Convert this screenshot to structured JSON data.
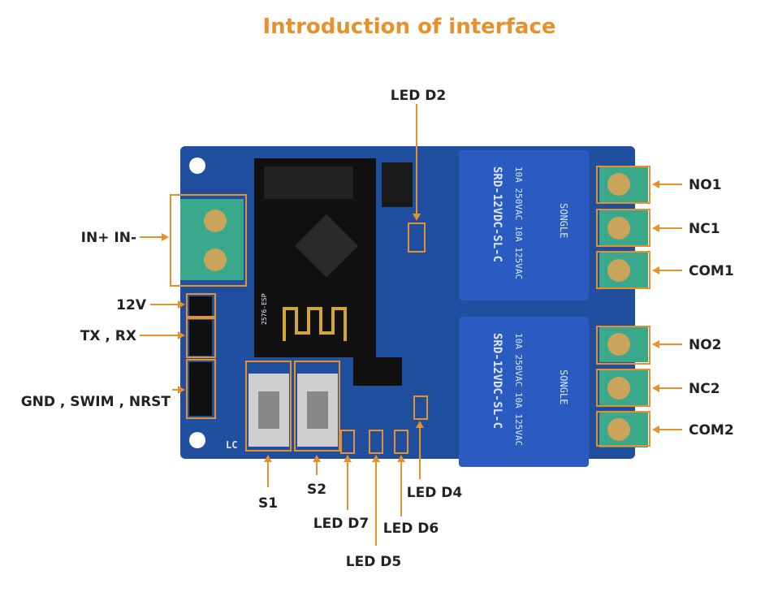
{
  "title": "Introduction of interface",
  "colors": {
    "accent": "#e8902a",
    "pcb": "#1f4f9e",
    "relay": "#2a5bc0",
    "terminal": "#3aa88a"
  },
  "labels": {
    "led_d2": "LED D2",
    "in_power": "IN+  IN-",
    "v12": "12V",
    "txrx": "TX , RX",
    "gnd_swim_nrst": "GND , SWIM , NRST",
    "no1": "NO1",
    "nc1": "NC1",
    "com1": "COM1",
    "no2": "NO2",
    "nc2": "NC2",
    "com2": "COM2",
    "s1": "S1",
    "s2": "S2",
    "led_d7": "LED D7",
    "led_d5": "LED D5",
    "led_d6": "LED D6",
    "led_d4": "LED D4"
  },
  "board_markings": {
    "relay_text": "SRD-12VDC-SL-C",
    "relay_ratings": "10A 250VAC 10A 125VAC",
    "relay_brand": "SONGLE",
    "module_text": "2576-ESP",
    "board_logo": "LC"
  }
}
